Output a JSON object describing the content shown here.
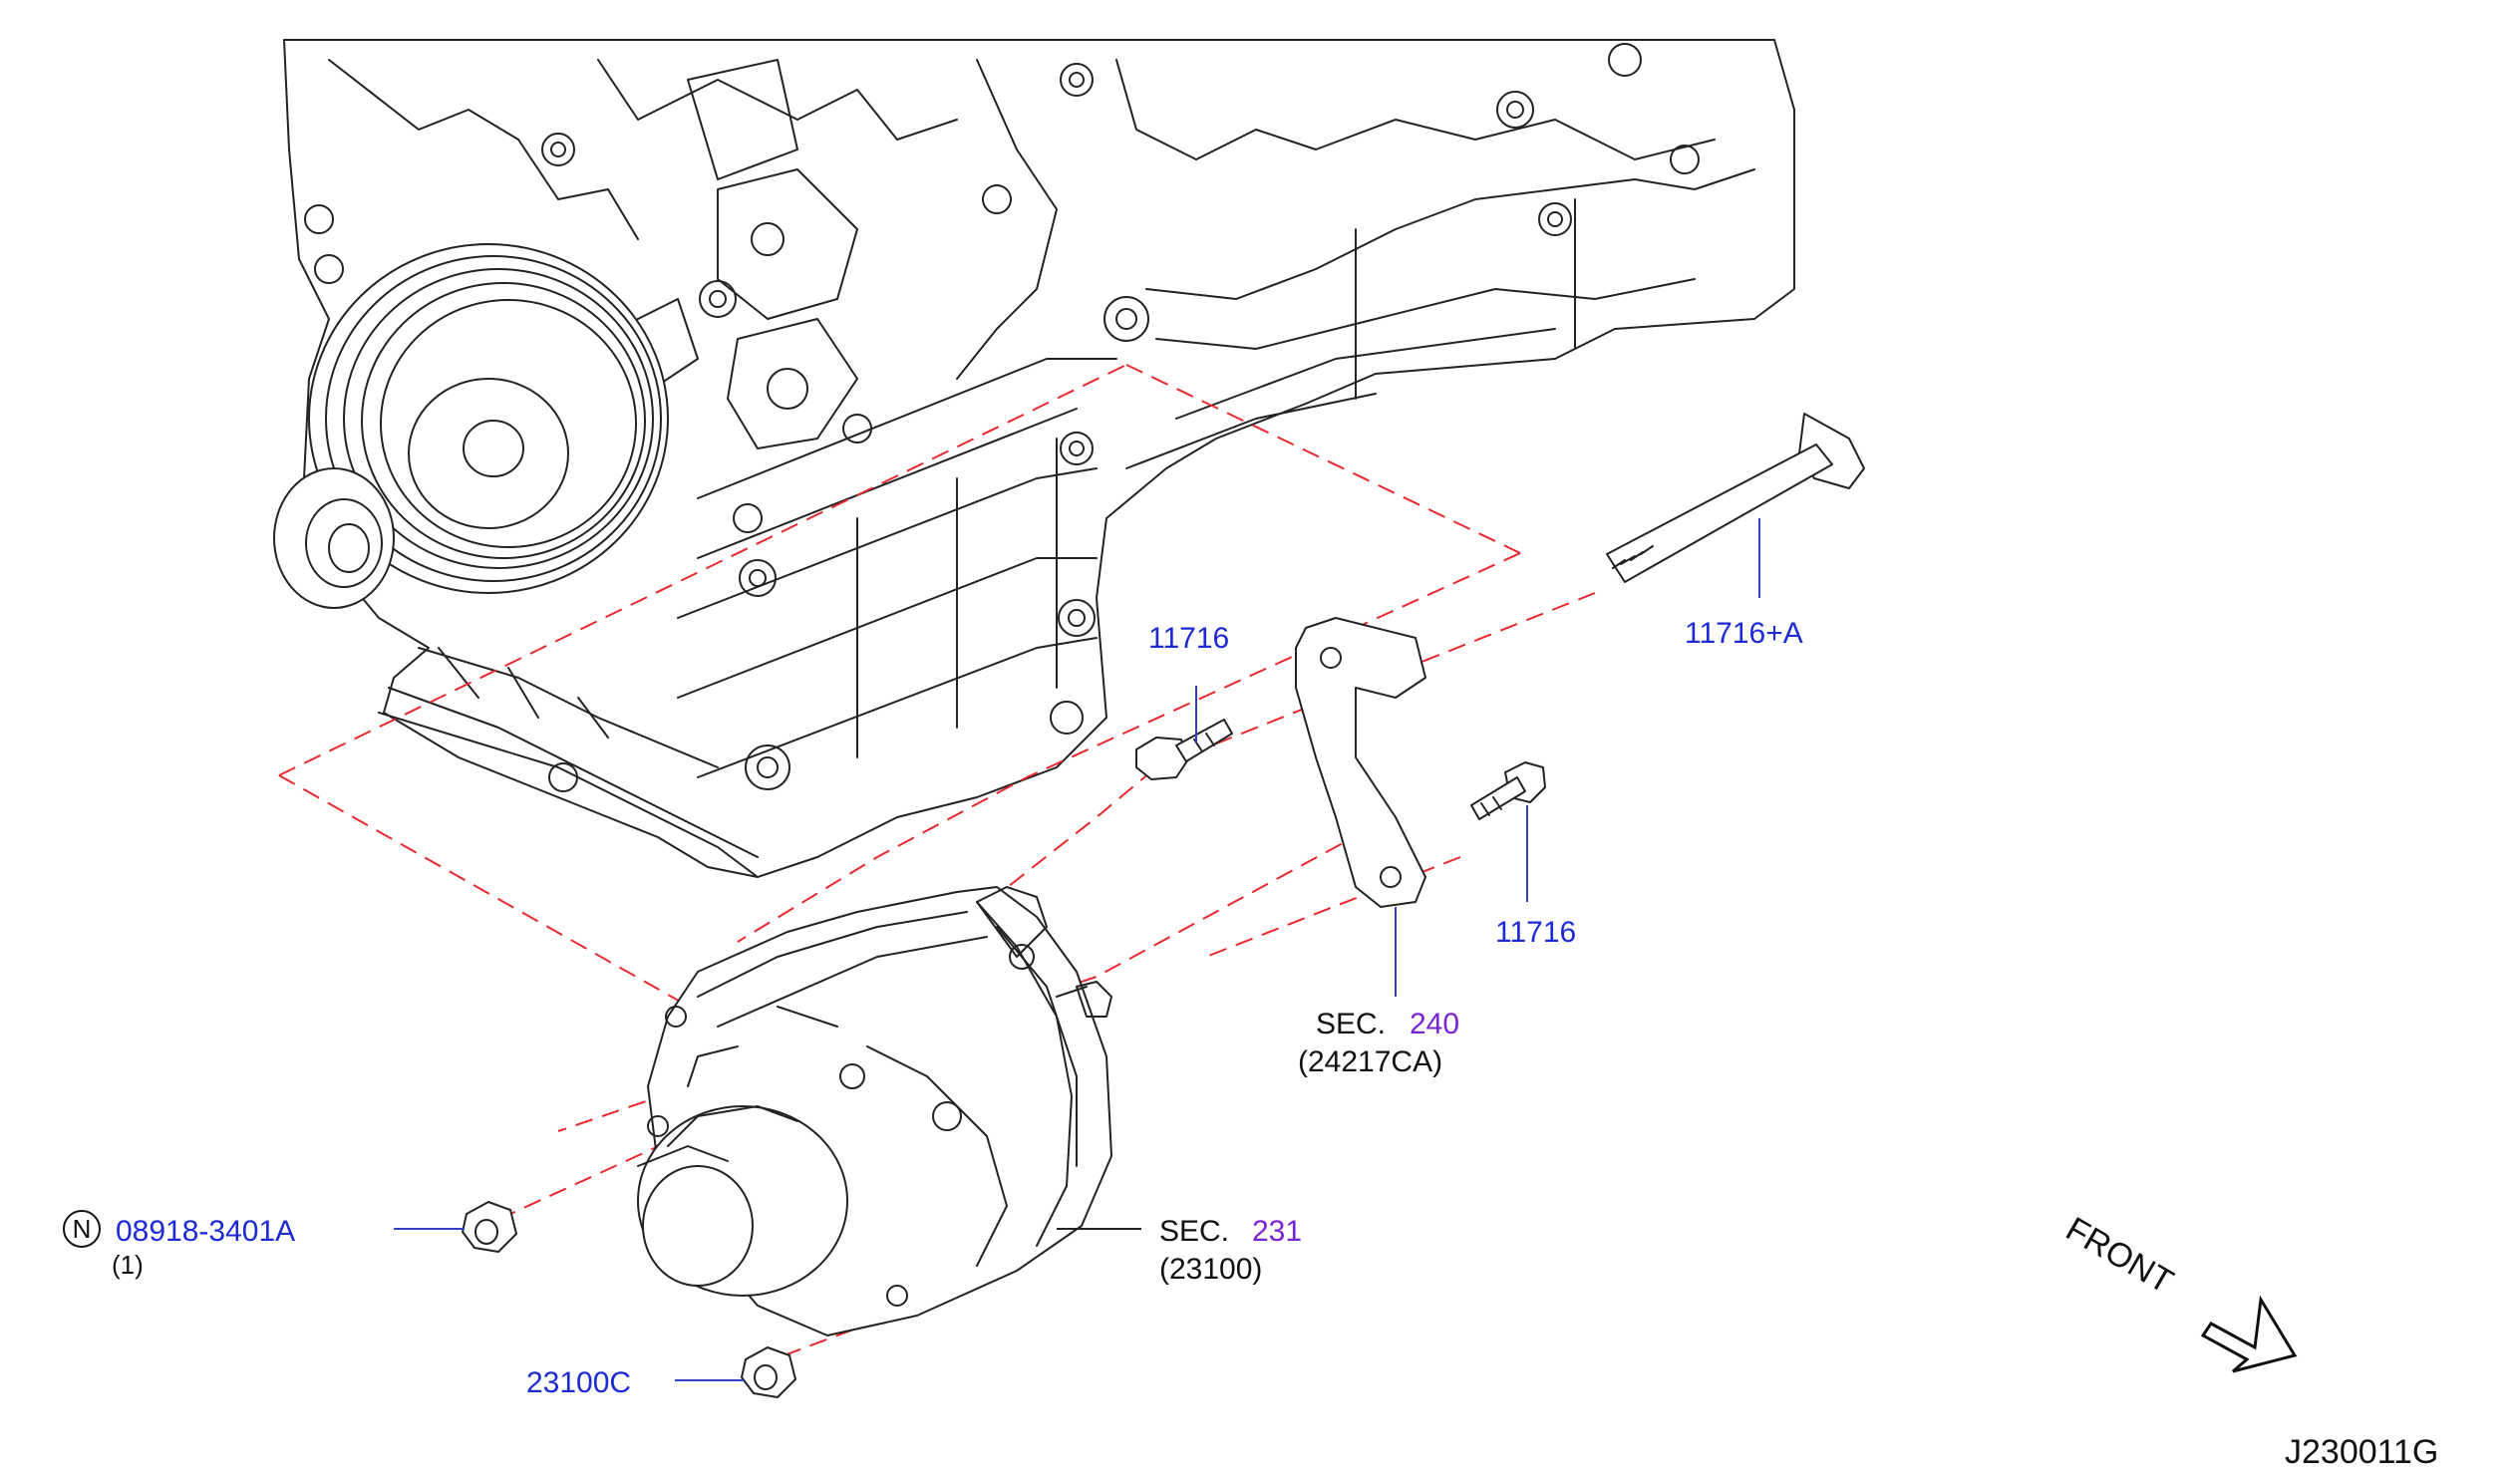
{
  "diagram_code": "J230011G",
  "orientation_label": "FRONT",
  "colors": {
    "part_number": "#1a2bd6",
    "section_number": "#7a22d6",
    "text": "#111111",
    "assembly_line": "#e8282e"
  },
  "callouts": {
    "bolt_upper": {
      "part_number": "11716"
    },
    "long_bolt": {
      "part_number": "11716+A"
    },
    "bolt_lower": {
      "part_number": "11716"
    },
    "bracket": {
      "sec_prefix": "SEC.",
      "sec_number": "240",
      "sub_ref": "(24217CA)"
    },
    "alternator": {
      "sec_prefix": "SEC.",
      "sec_number": "231",
      "sub_ref": "(23100)"
    },
    "nut_upper": {
      "marker": "N",
      "part_number": "08918-3401A",
      "quantity": "(1)"
    },
    "nut_lower": {
      "part_number": "23100C"
    }
  },
  "icons": [
    "engine-block-drawing",
    "alternator-drawing",
    "bracket-drawing",
    "bolt-icon",
    "nut-icon",
    "front-arrow-icon"
  ]
}
